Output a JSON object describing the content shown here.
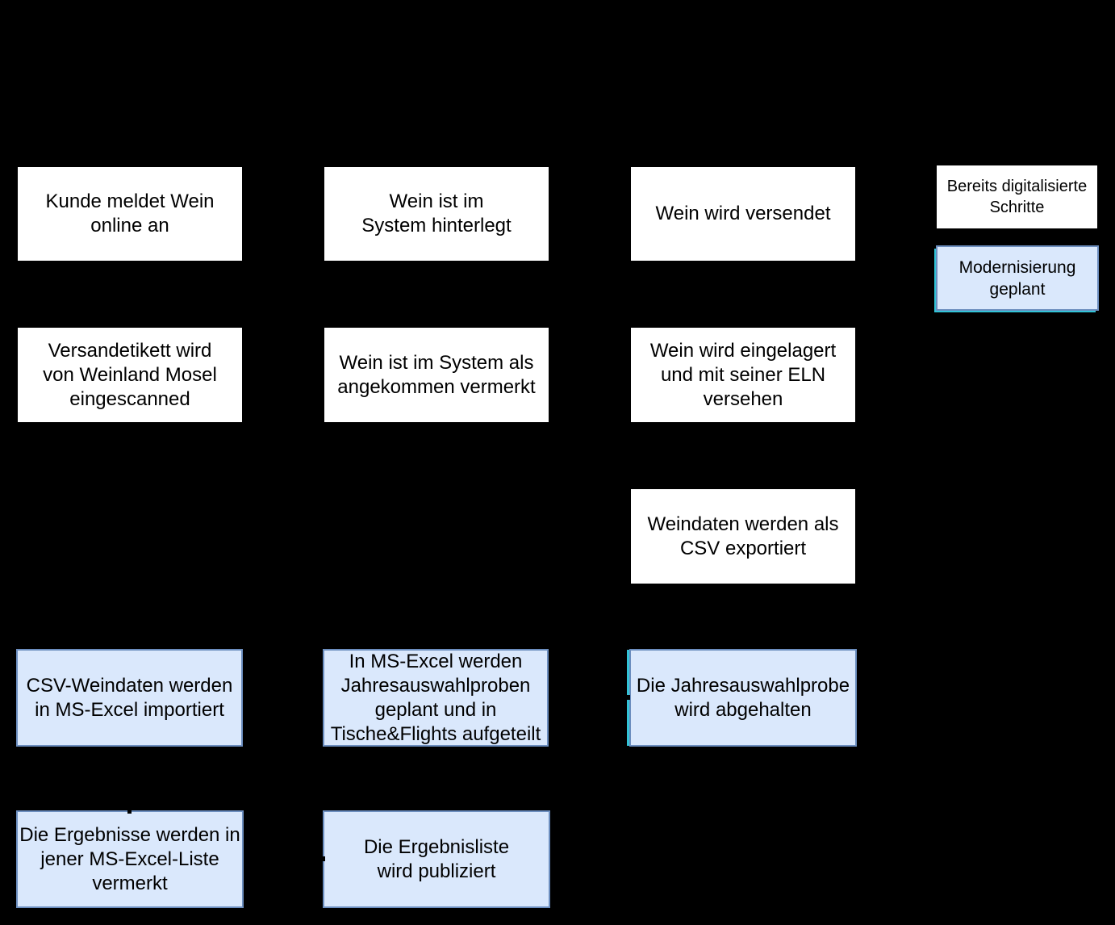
{
  "diagram": {
    "background_color": "#000000",
    "colors": {
      "white_node_fill": "#ffffff",
      "blue_node_fill": "#dae8fc",
      "blue_node_stroke": "#6c8ebf",
      "selection_highlight": "#32c3d7",
      "text": "#000000"
    },
    "nodes": {
      "n1": {
        "label": "Kunde meldet Wein\nonline an",
        "style": "white"
      },
      "n2": {
        "label": "Wein ist im\nSystem hinterlegt",
        "style": "white"
      },
      "n3": {
        "label": "Wein wird versendet",
        "style": "white"
      },
      "n4": {
        "label": "Versandetikett wird\nvon Weinland Mosel\neingescanned",
        "style": "white"
      },
      "n5": {
        "label": "Wein ist im System als\nangekommen vermerkt",
        "style": "white"
      },
      "n6": {
        "label": "Wein wird eingelagert\nund mit seiner ELN\nversehen",
        "style": "white"
      },
      "n7": {
        "label": "Weindaten werden als\nCSV exportiert",
        "style": "white"
      },
      "n8": {
        "label": "CSV-Weindaten werden\nin MS-Excel importiert",
        "style": "blue"
      },
      "n9": {
        "label": "In MS-Excel werden\nJahresauswahlproben\ngeplant und in\nTische&Flights aufgeteilt",
        "style": "blue"
      },
      "n10": {
        "label": "Die Jahresauswahlprobe\nwird abgehalten",
        "style": "blue"
      },
      "n11": {
        "label": "Die Ergebnisse werden in\njener MS-Excel-Liste\nvermerkt",
        "style": "blue"
      },
      "n12": {
        "label": "Die Ergebnisliste\nwird publiziert",
        "style": "blue"
      }
    },
    "legend": {
      "digitized": {
        "label": "Bereits digitalisierte\nSchritte",
        "style": "white"
      },
      "planned": {
        "label": "Modernisierung\ngeplant",
        "style": "blue"
      }
    }
  }
}
